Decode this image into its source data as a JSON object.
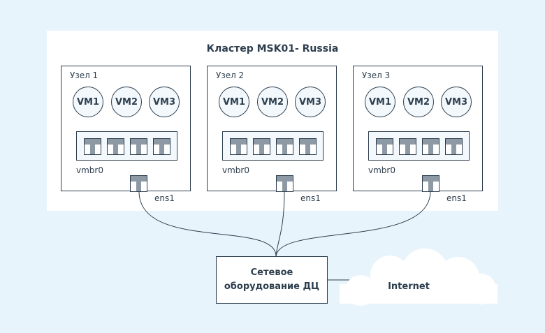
{
  "cluster": {
    "title": "Кластер MSK01- Russia"
  },
  "nodes": [
    {
      "label": "Узел 1",
      "vms": [
        "VM1",
        "VM2",
        "VM3"
      ],
      "bridge": "vmbr0",
      "nic": "ens1"
    },
    {
      "label": "Узел 2",
      "vms": [
        "VM1",
        "VM2",
        "VM3"
      ],
      "bridge": "vmbr0",
      "nic": "ens1"
    },
    {
      "label": "Узел 3",
      "vms": [
        "VM1",
        "VM2",
        "VM3"
      ],
      "bridge": "vmbr0",
      "nic": "ens1"
    }
  ],
  "datacenter": {
    "label": "Сетевое\nоборудование ДЦ"
  },
  "internet": {
    "label": "Internet"
  },
  "colors": {
    "background": "#e8f4fb",
    "stroke": "#2d3e4e",
    "port_fill": "#8d99a4",
    "cloud": "#ffffff"
  }
}
